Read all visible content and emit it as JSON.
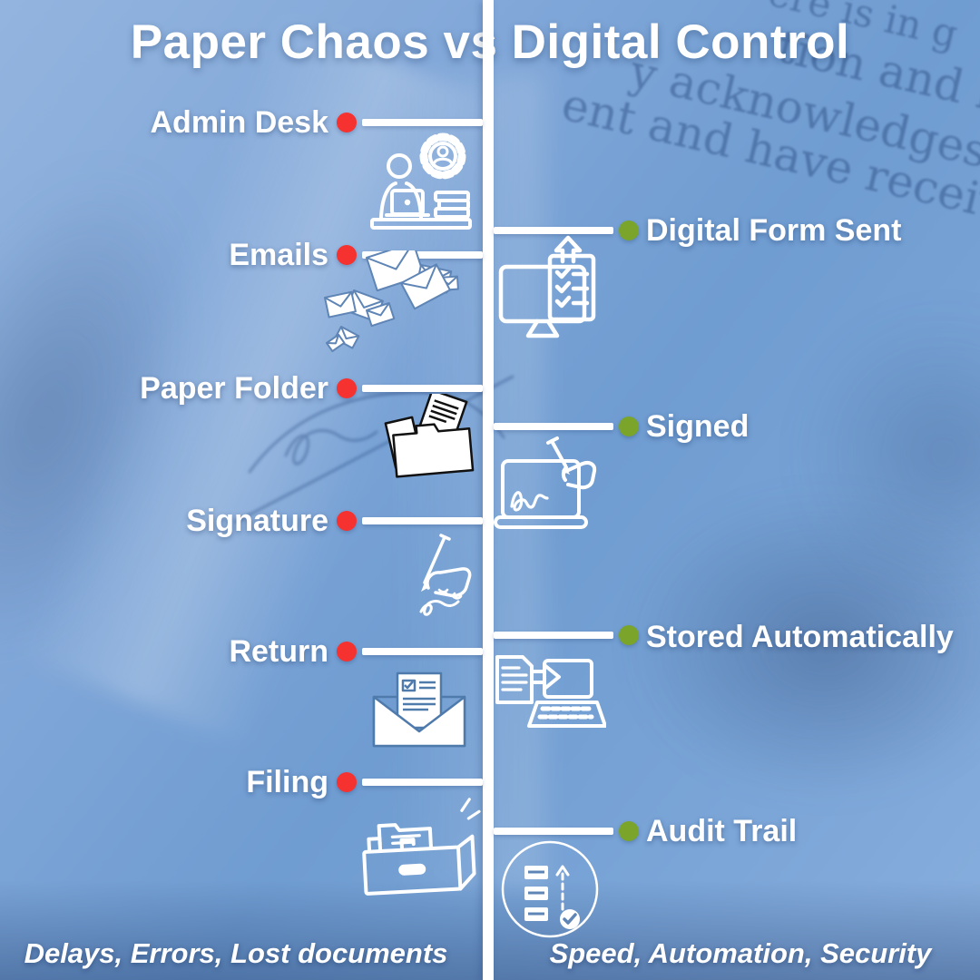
{
  "title": "Paper Chaos vs Digital Control",
  "left_column": {
    "heading_role": "paper process",
    "items": [
      {
        "label": "Admin Desk",
        "icon": "admin-desk-icon"
      },
      {
        "label": "Emails",
        "icon": "emails-cluster-icon"
      },
      {
        "label": "Paper Folder",
        "icon": "paper-folder-icon"
      },
      {
        "label": "Signature",
        "icon": "signature-hand-icon"
      },
      {
        "label": "Return",
        "icon": "return-envelope-icon"
      },
      {
        "label": "Filing",
        "icon": "filing-box-icon"
      }
    ],
    "caption": "Delays, Errors, Lost documents"
  },
  "right_column": {
    "heading_role": "digital process",
    "items": [
      {
        "label": "Digital Form Sent",
        "icon": "digital-form-monitor-icon"
      },
      {
        "label": "Signed",
        "icon": "signed-laptop-icon"
      },
      {
        "label": "Stored Automatically",
        "icon": "stored-laptop-icon"
      },
      {
        "label": "Audit Trail",
        "icon": "audit-trail-icon"
      }
    ],
    "caption": "Speed, Automation, Security"
  },
  "colors": {
    "red_dot": "#f5322f",
    "green_dot": "#7ba42a",
    "line_white": "#ffffff",
    "background_blue": "#6f9cd1",
    "photo_text_blue": "#2f5288"
  },
  "background": {
    "text_fragments": [
      "ere is in g",
      "tion and h",
      "y acknowledges t",
      "ent and have received a c"
    ]
  }
}
